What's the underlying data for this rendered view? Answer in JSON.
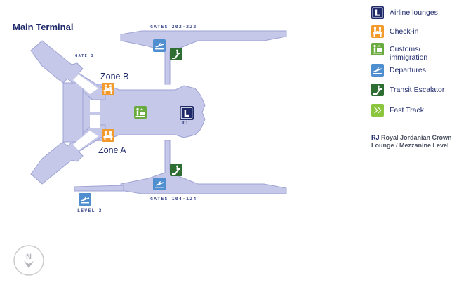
{
  "map": {
    "title": "Main Terminal",
    "zones": {
      "zone_b": "Zone B",
      "zone_a": "Zone A"
    },
    "gates": {
      "north": "GATES 202-222",
      "south": "GATES 104-124",
      "gate_1": "GATE 1",
      "level_3": "LEVEL 3"
    },
    "lounge_code": "RJ",
    "compass_letter": "N"
  },
  "legend": [
    {
      "icon": "airline-lounge-icon",
      "color": "#1f2a6b",
      "label": "Airline lounges"
    },
    {
      "icon": "check-in-icon",
      "color": "#f39a2c",
      "label": "Check-in"
    },
    {
      "icon": "customs-icon",
      "color": "#6aab3f",
      "label": "Customs/ immigration"
    },
    {
      "icon": "departures-icon",
      "color": "#4f8fd0",
      "label": "Departures"
    },
    {
      "icon": "transit-escalator-icon",
      "color": "#2e6e33",
      "label": "Transit Escalator"
    },
    {
      "icon": "fast-track-icon",
      "color": "#8cc63f",
      "label": "Fast Track"
    }
  ],
  "note": {
    "code": "RJ",
    "text": "Royal Jordanian Crown Lounge / Mezzanine Level"
  },
  "colors": {
    "terminal_fill": "#c5c8e8",
    "terminal_stroke": "#9ea3d4",
    "text": "#1f2a6b"
  }
}
